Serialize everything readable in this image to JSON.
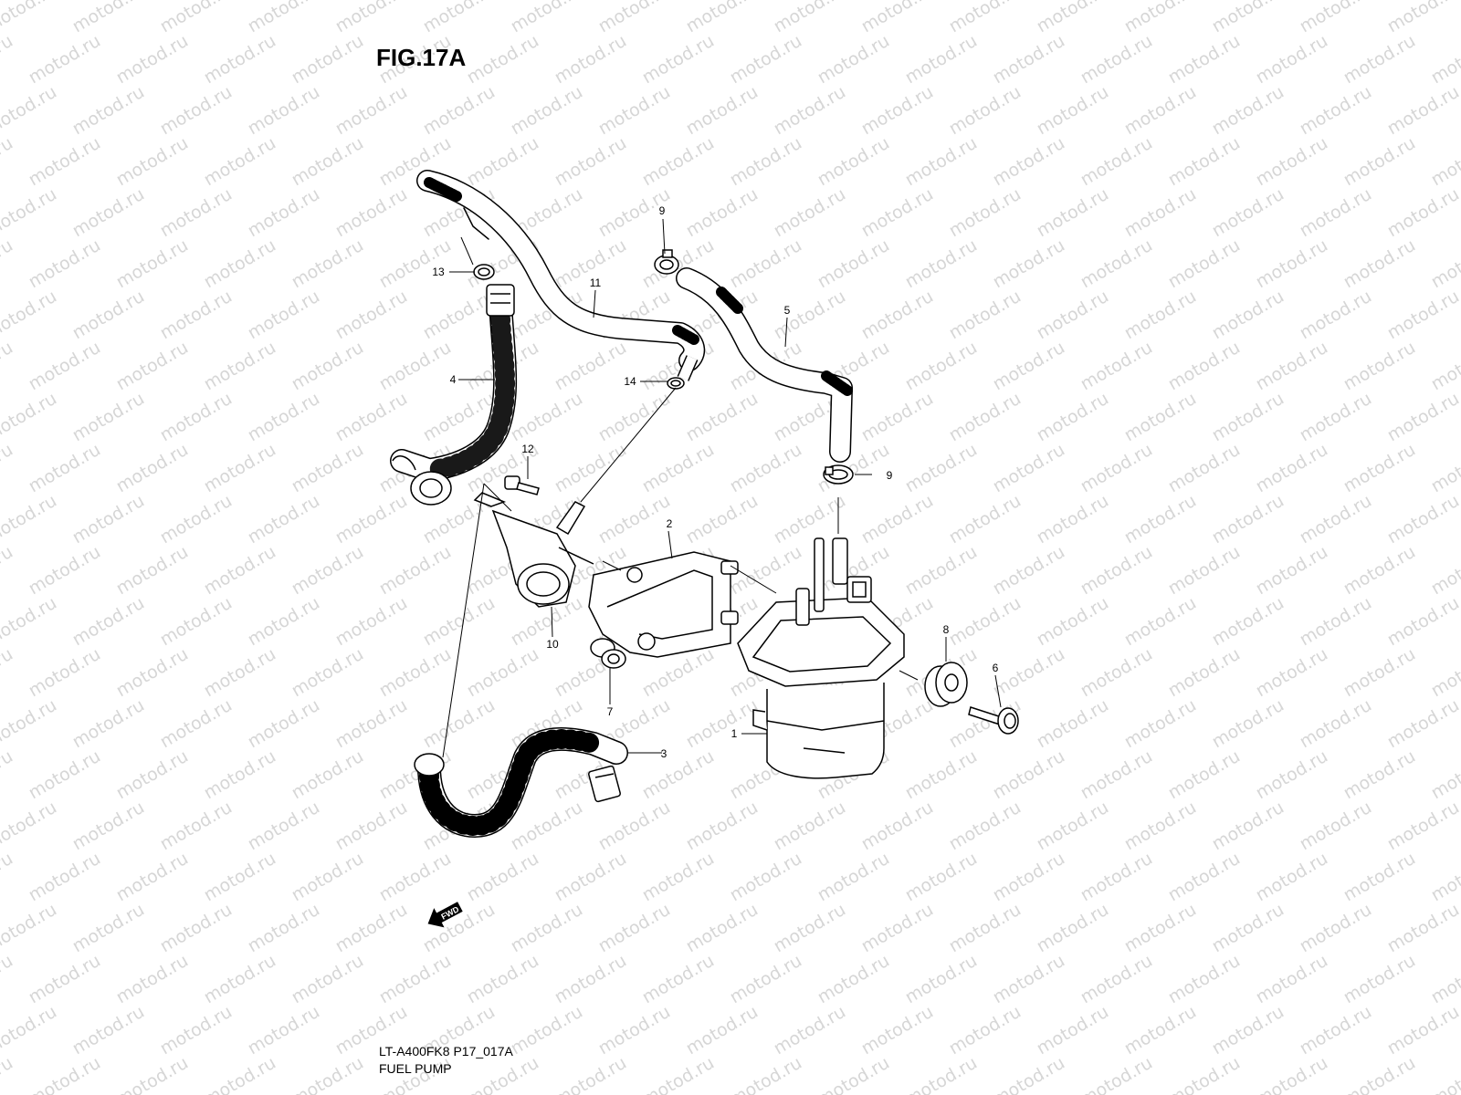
{
  "figure": {
    "title": "FIG.17A",
    "drawing_code": "LT-A400FK8 P17_017A",
    "section_name": "FUEL PUMP"
  },
  "watermark": {
    "text": "motod.ru",
    "color": "#d6d6d6"
  },
  "fwd_arrow": {
    "label": "FWD"
  },
  "callouts": [
    {
      "id": "1",
      "text": "1"
    },
    {
      "id": "2",
      "text": "2"
    },
    {
      "id": "3",
      "text": "3"
    },
    {
      "id": "4",
      "text": "4"
    },
    {
      "id": "5",
      "text": "5"
    },
    {
      "id": "6",
      "text": "6"
    },
    {
      "id": "7",
      "text": "7"
    },
    {
      "id": "8",
      "text": "8"
    },
    {
      "id": "9a",
      "text": "9"
    },
    {
      "id": "9b",
      "text": "9"
    },
    {
      "id": "10",
      "text": "10"
    },
    {
      "id": "11",
      "text": "11"
    },
    {
      "id": "12",
      "text": "12"
    },
    {
      "id": "13",
      "text": "13"
    },
    {
      "id": "14",
      "text": "14"
    }
  ]
}
